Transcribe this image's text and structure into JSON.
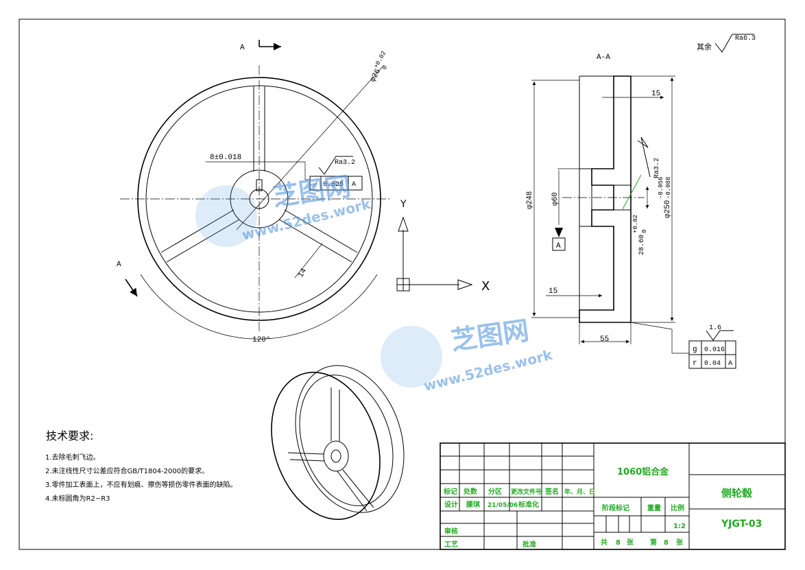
{
  "view_labels": {
    "section_mark_top": "A",
    "section_mark_left": "A",
    "section_title": "A-A"
  },
  "front_view": {
    "dim_slot": "8±0.018",
    "dim_hub_dia_main": "φ26",
    "dim_hub_dia_upper": "+0.02",
    "dim_hub_dia_lower": "0",
    "dim_spoke_width": "14",
    "dim_angle": "120°",
    "roughness_value": "Ra3.2",
    "tolerance_symbol": "⟋",
    "tolerance_value": "0.025",
    "tolerance_datum": "A"
  },
  "axes": {
    "x_label": "X",
    "y_label": "Y"
  },
  "section_view": {
    "surface_finish_other": "其余",
    "surface_finish_other_value": "Ra6.3",
    "dim_top_rim": "15",
    "dim_outer_dia": "φ248",
    "dim_bore_dia": "φ60",
    "dim_rim_dia_main": "φ250",
    "dim_rim_dia_upper": "-0.056",
    "dim_rim_dia_lower": "-0.088",
    "dim_hub_main": "28.60",
    "dim_hub_upper": "+0.02",
    "dim_hub_lower": "0",
    "dim_bottom_rim": "15",
    "dim_width": "55",
    "datum_label": "A",
    "roughness_value": "Ra3.2",
    "roughness_small": "1.6",
    "tol_row1_symbol": "g",
    "tol_row1_value": "0.016",
    "tol_row2_symbol": "r",
    "tol_row2_value": "0.04",
    "tol_row2_datum": "A"
  },
  "watermark": {
    "brand": "芝图网",
    "site": "www.52des.work"
  },
  "notes": {
    "heading": "技术要求:",
    "items": [
      "1.去除毛刺飞边。",
      "2.未注线性尺寸公差应符合GB/T1804-2000的要求。",
      "3.零件加工表面上，不应有划痕、擦伤等损伤零件表面的缺陷。",
      "4.未标圆角为R2~R3"
    ]
  },
  "title_block": {
    "material": "1060铝合金",
    "part_name": "侧轮毂",
    "drawing_no": "YJGT-03",
    "hdr_mark": "标记",
    "hdr_count": "处数",
    "hdr_zone": "分区",
    "hdr_doc": "更改文件号",
    "hdr_sign": "签名",
    "hdr_date": "年、月、日",
    "row_design": "设计",
    "designer": "滕琪",
    "design_date": "21/05/06",
    "row_std": "标准化",
    "stage_mark": "阶段标记",
    "weight": "重量",
    "scale_label": "比例",
    "scale_value": "1:2",
    "row_review": "审核",
    "row_process": "工艺",
    "row_approve": "批准",
    "sheets_total_label": "共",
    "sheets_total": "8",
    "sheets_unit1": "张",
    "sheet_no_label": "第",
    "sheet_no": "8",
    "sheets_unit2": "张"
  }
}
